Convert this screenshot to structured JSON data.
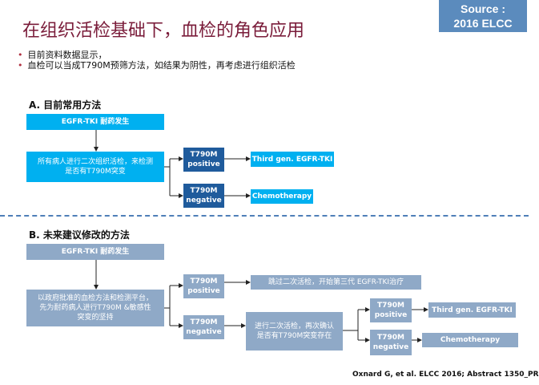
{
  "title": "在组织活检基础下，血检的角色应用",
  "source": {
    "line1": "Source :",
    "line2": "2016 ELCC"
  },
  "bullets": [
    "目前资料数据显示，",
    "血检可以当成T790M预筛方法，如结果为阴性，再考虑进行组织活检"
  ],
  "sectionA": {
    "heading": "A. 目前常用方法",
    "top": "EGFR-TKI 耐药发生",
    "main": "所有病人进行二次组织活检，来检测是否有T790M突变",
    "pos": "T790M positive",
    "neg": "T790M negative",
    "posResult": "Third gen. EGFR-TKI",
    "negResult": "Chemotherapy"
  },
  "sectionB": {
    "heading": "B. 未来建议修改的方法",
    "top": "EGFR-TKI 耐药发生",
    "main": "以政府批准的血检方法和检测平台，先为耐药病人进行T790M &敏感性突变的坚持",
    "pos": "T790M positive",
    "neg": "T790M negative",
    "posResult": "跳过二次活检，开始第三代 EGFR-TKI治疗",
    "negResult": "进行二次活检，再次确认是否有T790M突变存在",
    "pos2": "T790M positive",
    "neg2": "T790M negative",
    "pos2Result": "Third gen. EGFR-TKI",
    "neg2Result": "Chemotherapy"
  },
  "citation": "Oxnard G, et al. ELCC 2016; Abstract 1350_PR"
}
